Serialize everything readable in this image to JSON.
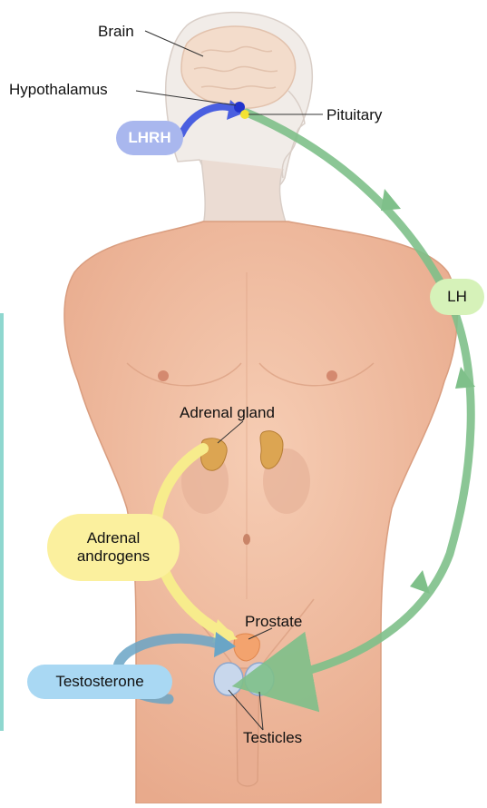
{
  "labels": {
    "brain": "Brain",
    "hypothalamus": "Hypothalamus",
    "pituitary": "Pituitary",
    "lhrh": "LHRH",
    "lh": "LH",
    "adrenal_gland": "Adrenal gland",
    "adrenal_androgens_line1": "Adrenal",
    "adrenal_androgens_line2": "androgens",
    "prostate": "Prostate",
    "testosterone": "Testosterone",
    "testicles": "Testicles"
  },
  "colors": {
    "skin": "#f1c2a6",
    "skin_shadow": "#d99d7f",
    "head_shade": "#ece4df",
    "brain": "#f3dccb",
    "lhrh_arrow": "#4a5fe0",
    "lhrh_pill": "#a9b7ee",
    "lh_arrow": "#7fc08a",
    "lh_pill": "#d6f2b9",
    "androgen_arrow": "#f7ec8c",
    "androgen_pill": "#fbf09e",
    "testosterone_arrow": "#6aa5c6",
    "testosterone_pill": "#a9d8f3",
    "adrenal": "#dca552",
    "hypothalamus_dot": "#2233cc",
    "pituitary_dot": "#f2e233"
  }
}
